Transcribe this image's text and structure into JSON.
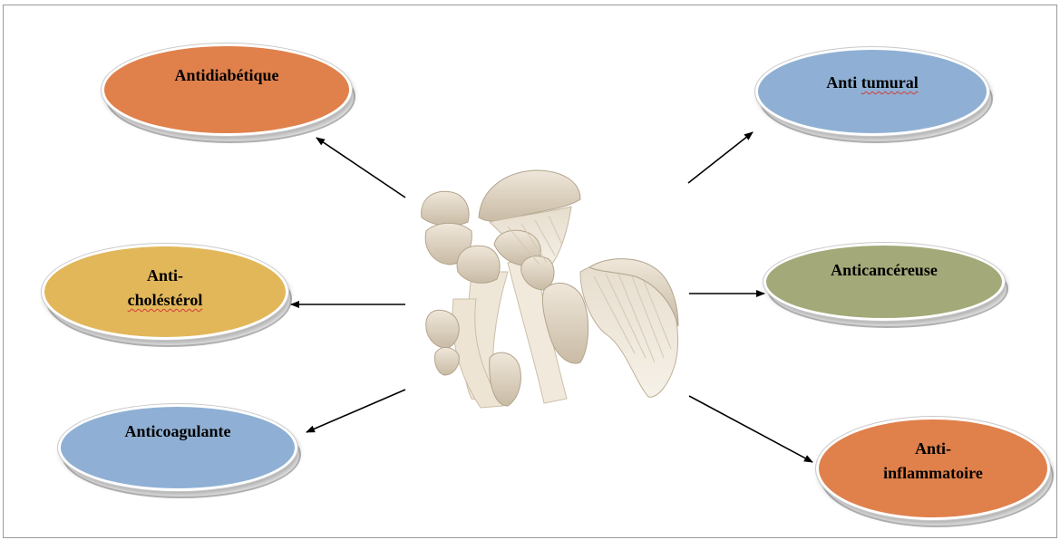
{
  "diagram": {
    "center_image": "oyster-mushroom-cluster",
    "nodes": [
      {
        "id": "antidiabetique",
        "label": "Antidiabétique",
        "color": "#e0804b"
      },
      {
        "id": "anti-cholesterol",
        "label_line1": "Anti-",
        "label_line2": "choléstérol",
        "color": "#e2b75a"
      },
      {
        "id": "anticoagulante",
        "label": "Anticoagulante",
        "color": "#8fb0d4"
      },
      {
        "id": "anti-tumural",
        "label_part1": "Anti ",
        "label_part2": "tumural",
        "color": "#8fb0d4"
      },
      {
        "id": "anticancereuse",
        "label": "Anticancéreuse",
        "color": "#a3a978"
      },
      {
        "id": "anti-inflammatoire",
        "label_line1": "Anti-",
        "label_line2": "inflammatoire",
        "color": "#e0804b"
      }
    ]
  }
}
